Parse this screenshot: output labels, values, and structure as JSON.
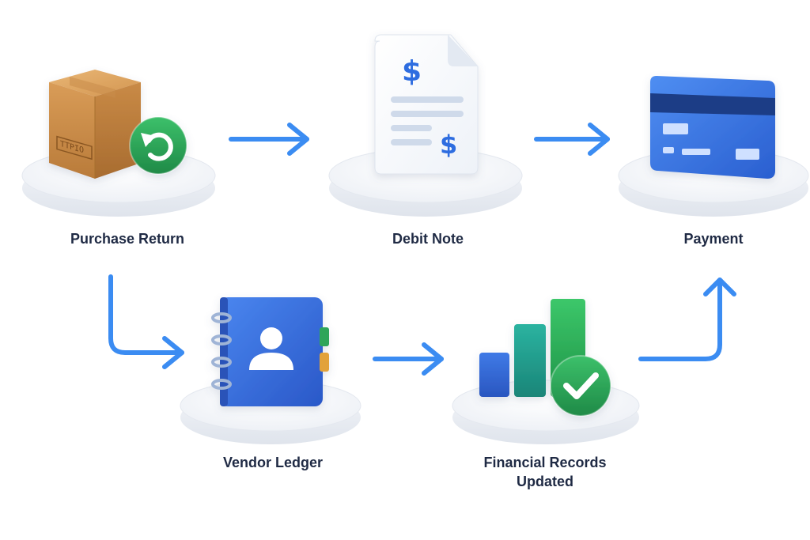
{
  "diagram": {
    "steps": [
      {
        "id": "purchase-return",
        "label": "Purchase Return",
        "icon": "box-return-icon"
      },
      {
        "id": "debit-note",
        "label": "Debit Note",
        "icon": "document-dollar-icon"
      },
      {
        "id": "payment",
        "label": "Payment",
        "icon": "credit-card-icon"
      },
      {
        "id": "vendor-ledger",
        "label": "Vendor Ledger",
        "icon": "address-book-icon"
      },
      {
        "id": "financial-records",
        "label": "Financial Records Updated",
        "icon": "bar-chart-check-icon"
      }
    ],
    "box_stamp": "TTPIO",
    "colors": {
      "arrow": "#3b8cf2",
      "box": "#d79a55",
      "green": "#2fa55a",
      "blue": "#2f6de0",
      "teal": "#1f9e8e",
      "label": "#1f2a44"
    }
  }
}
